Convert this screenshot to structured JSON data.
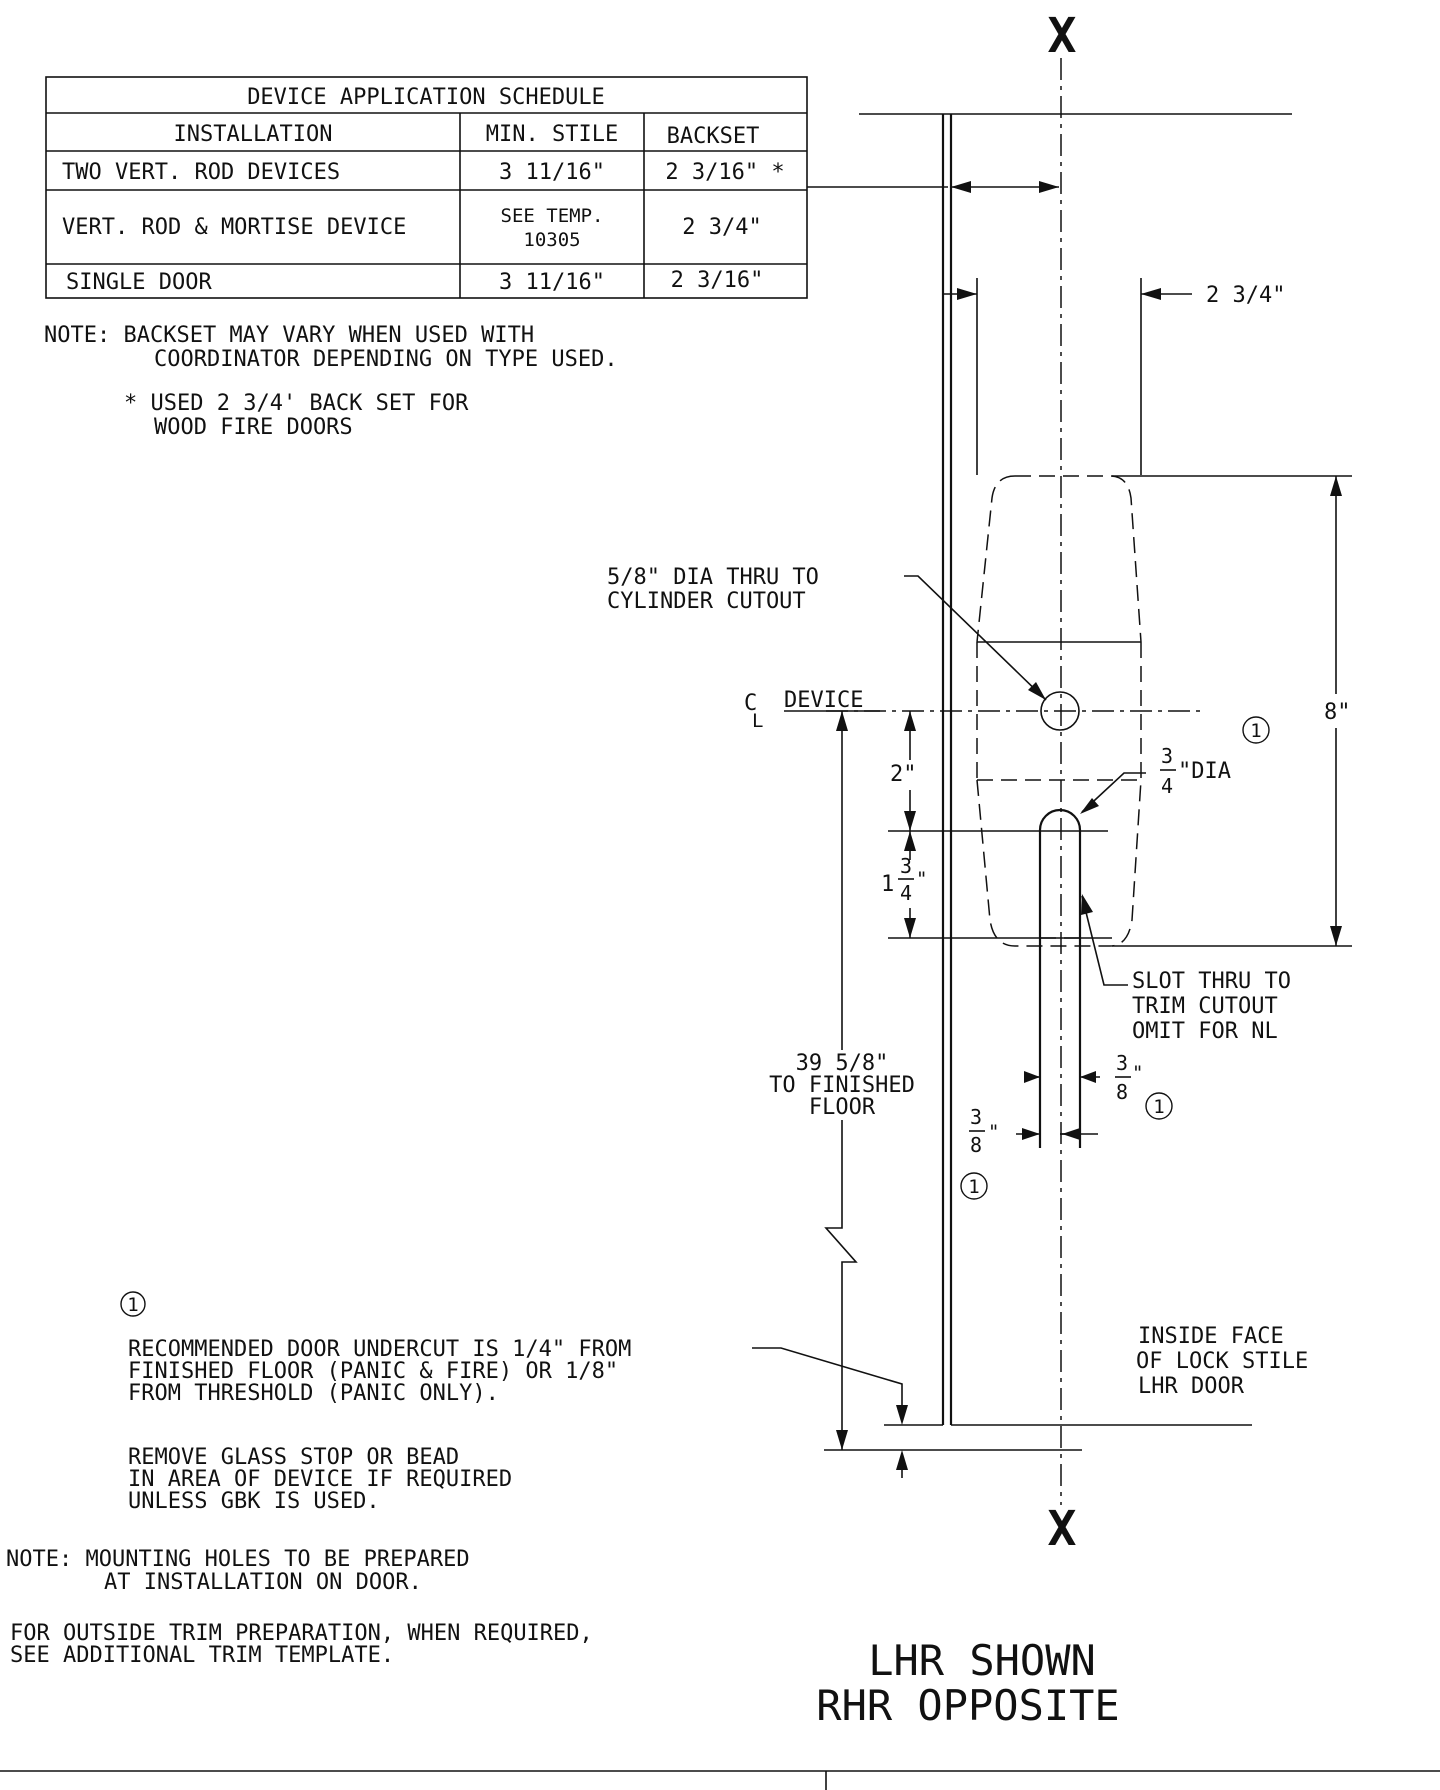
{
  "schedule": {
    "title": "DEVICE APPLICATION SCHEDULE",
    "headers": [
      "INSTALLATION",
      "MIN. STILE",
      "BACKSET"
    ],
    "rows": [
      {
        "installation": "TWO VERT. ROD DEVICES",
        "min_stile": "3 11/16\"",
        "backset": "2 3/16\" *"
      },
      {
        "installation": "VERT. ROD & MORTISE DEVICE",
        "min_stile_line1": "SEE TEMP.",
        "min_stile_line2": "10305",
        "backset": "2 3/4\""
      },
      {
        "installation": "SINGLE DOOR",
        "min_stile": "3 11/16\"",
        "backset": "2 3/16\""
      }
    ]
  },
  "notes": {
    "backset_note_line1": "NOTE: BACKSET MAY VARY WHEN USED WITH",
    "backset_note_line2": "COORDINATOR DEPENDING ON TYPE USED.",
    "star_note_line1": "* USED 2 3/4' BACK SET FOR",
    "star_note_line2": "WOOD FIRE DOORS",
    "undercut_line1": "RECOMMENDED DOOR UNDERCUT IS 1/4\" FROM",
    "undercut_line2": "FINISHED FLOOR (PANIC & FIRE) OR 1/8\"",
    "undercut_line3": "FROM THRESHOLD (PANIC ONLY).",
    "glass_line1": "REMOVE GLASS STOP OR BEAD",
    "glass_line2": "IN AREA OF DEVICE IF REQUIRED",
    "glass_line3": "UNLESS GBK IS USED.",
    "mounting_line1": "NOTE: MOUNTING HOLES TO BE PREPARED",
    "mounting_line2": "AT INSTALLATION ON DOOR.",
    "trim_line1": "FOR OUTSIDE TRIM PREPARATION, WHEN REQUIRED,",
    "trim_line2": "SEE ADDITIONAL TRIM TEMPLATE."
  },
  "drawing": {
    "x_marker": "X",
    "dim_2_3_4": "2 3/4\"",
    "hole_callout_line1": "5/8\" DIA THRU TO",
    "hole_callout_line2": "CYLINDER CUTOUT",
    "cl_symbol": "C",
    "cl_subscript": "L",
    "cl_label": "DEVICE",
    "dim_2": "2\"",
    "dim_1_whole": "1",
    "frac_3": "3",
    "frac_4": "4",
    "frac_8": "8",
    "inch_mark": "\"",
    "dia_suffix": "\"DIA",
    "dim_8": "8\"",
    "slot_line1": "SLOT THRU TO",
    "slot_line2": "TRIM CUTOUT",
    "slot_line3": "OMIT FOR NL",
    "floor_line1": "39 5/8\"",
    "floor_line2": "TO FINISHED",
    "floor_line3": "FLOOR",
    "note_ref": "1",
    "stile_line1": "INSIDE FACE",
    "stile_line2": "OF LOCK STILE",
    "stile_line3": "LHR DOOR",
    "hand_line1": "LHR SHOWN",
    "hand_line2": "RHR OPPOSITE"
  }
}
